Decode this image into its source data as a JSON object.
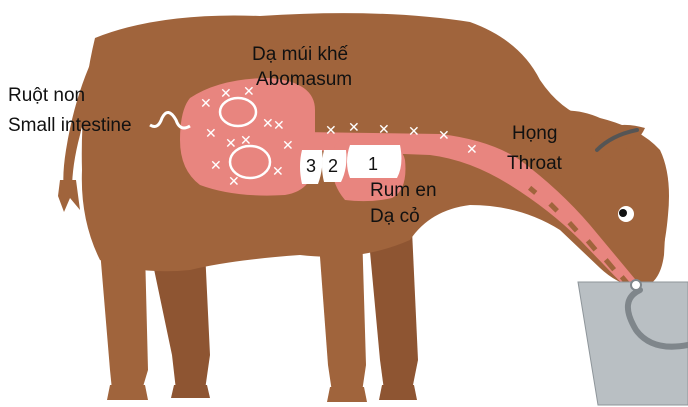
{
  "labels": {
    "small_intestine_vi": "Ruột non",
    "small_intestine_en": "Small intestine",
    "abomasum_vi": "Dạ múi khế",
    "abomasum_en": "Abomasum",
    "throat_vi": "Họng",
    "throat_en": "Throat",
    "rumen_en": "Rum en",
    "rumen_vi": "Dạ cỏ",
    "compartment_3": "3",
    "compartment_2": "2",
    "compartment_1": "1"
  },
  "colors": {
    "cow_body": "#A0643C",
    "digestive_tract": "#E8857F",
    "bucket": "#B9BFC3",
    "bucket_handle": "#7F868B",
    "outline": "#333333",
    "markers": "#ffffff"
  }
}
